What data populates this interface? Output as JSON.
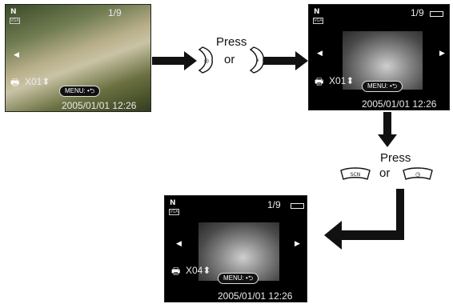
{
  "screens": [
    {
      "count": "1/9",
      "copies": "X01",
      "menu": "MENU:",
      "datetime": "2005/01/01  12:26",
      "mode_icon": "N",
      "res_icon": "VGA"
    },
    {
      "count": "1/9",
      "copies": "X01",
      "menu": "MENU:",
      "datetime": "2005/01/01  12:26",
      "mode_icon": "N",
      "res_icon": "VGA"
    },
    {
      "count": "1/9",
      "copies": "X04",
      "menu": "MENU:",
      "datetime": "2005/01/01  12:26",
      "mode_icon": "N",
      "res_icon": "VGA"
    }
  ],
  "step1": {
    "press": "Press",
    "or": "or",
    "key_left": "zoom-out-key-icon",
    "key_right": "zoom-in-key-icon"
  },
  "step2": {
    "press": "Press",
    "or": "or",
    "key_left": "scn-key-icon",
    "key_right": "self-timer-key-icon",
    "key_left_text": "SCN"
  },
  "colors": {
    "arrow": "#111111",
    "screen_bg": "#000000",
    "text": "#eaeaea"
  }
}
